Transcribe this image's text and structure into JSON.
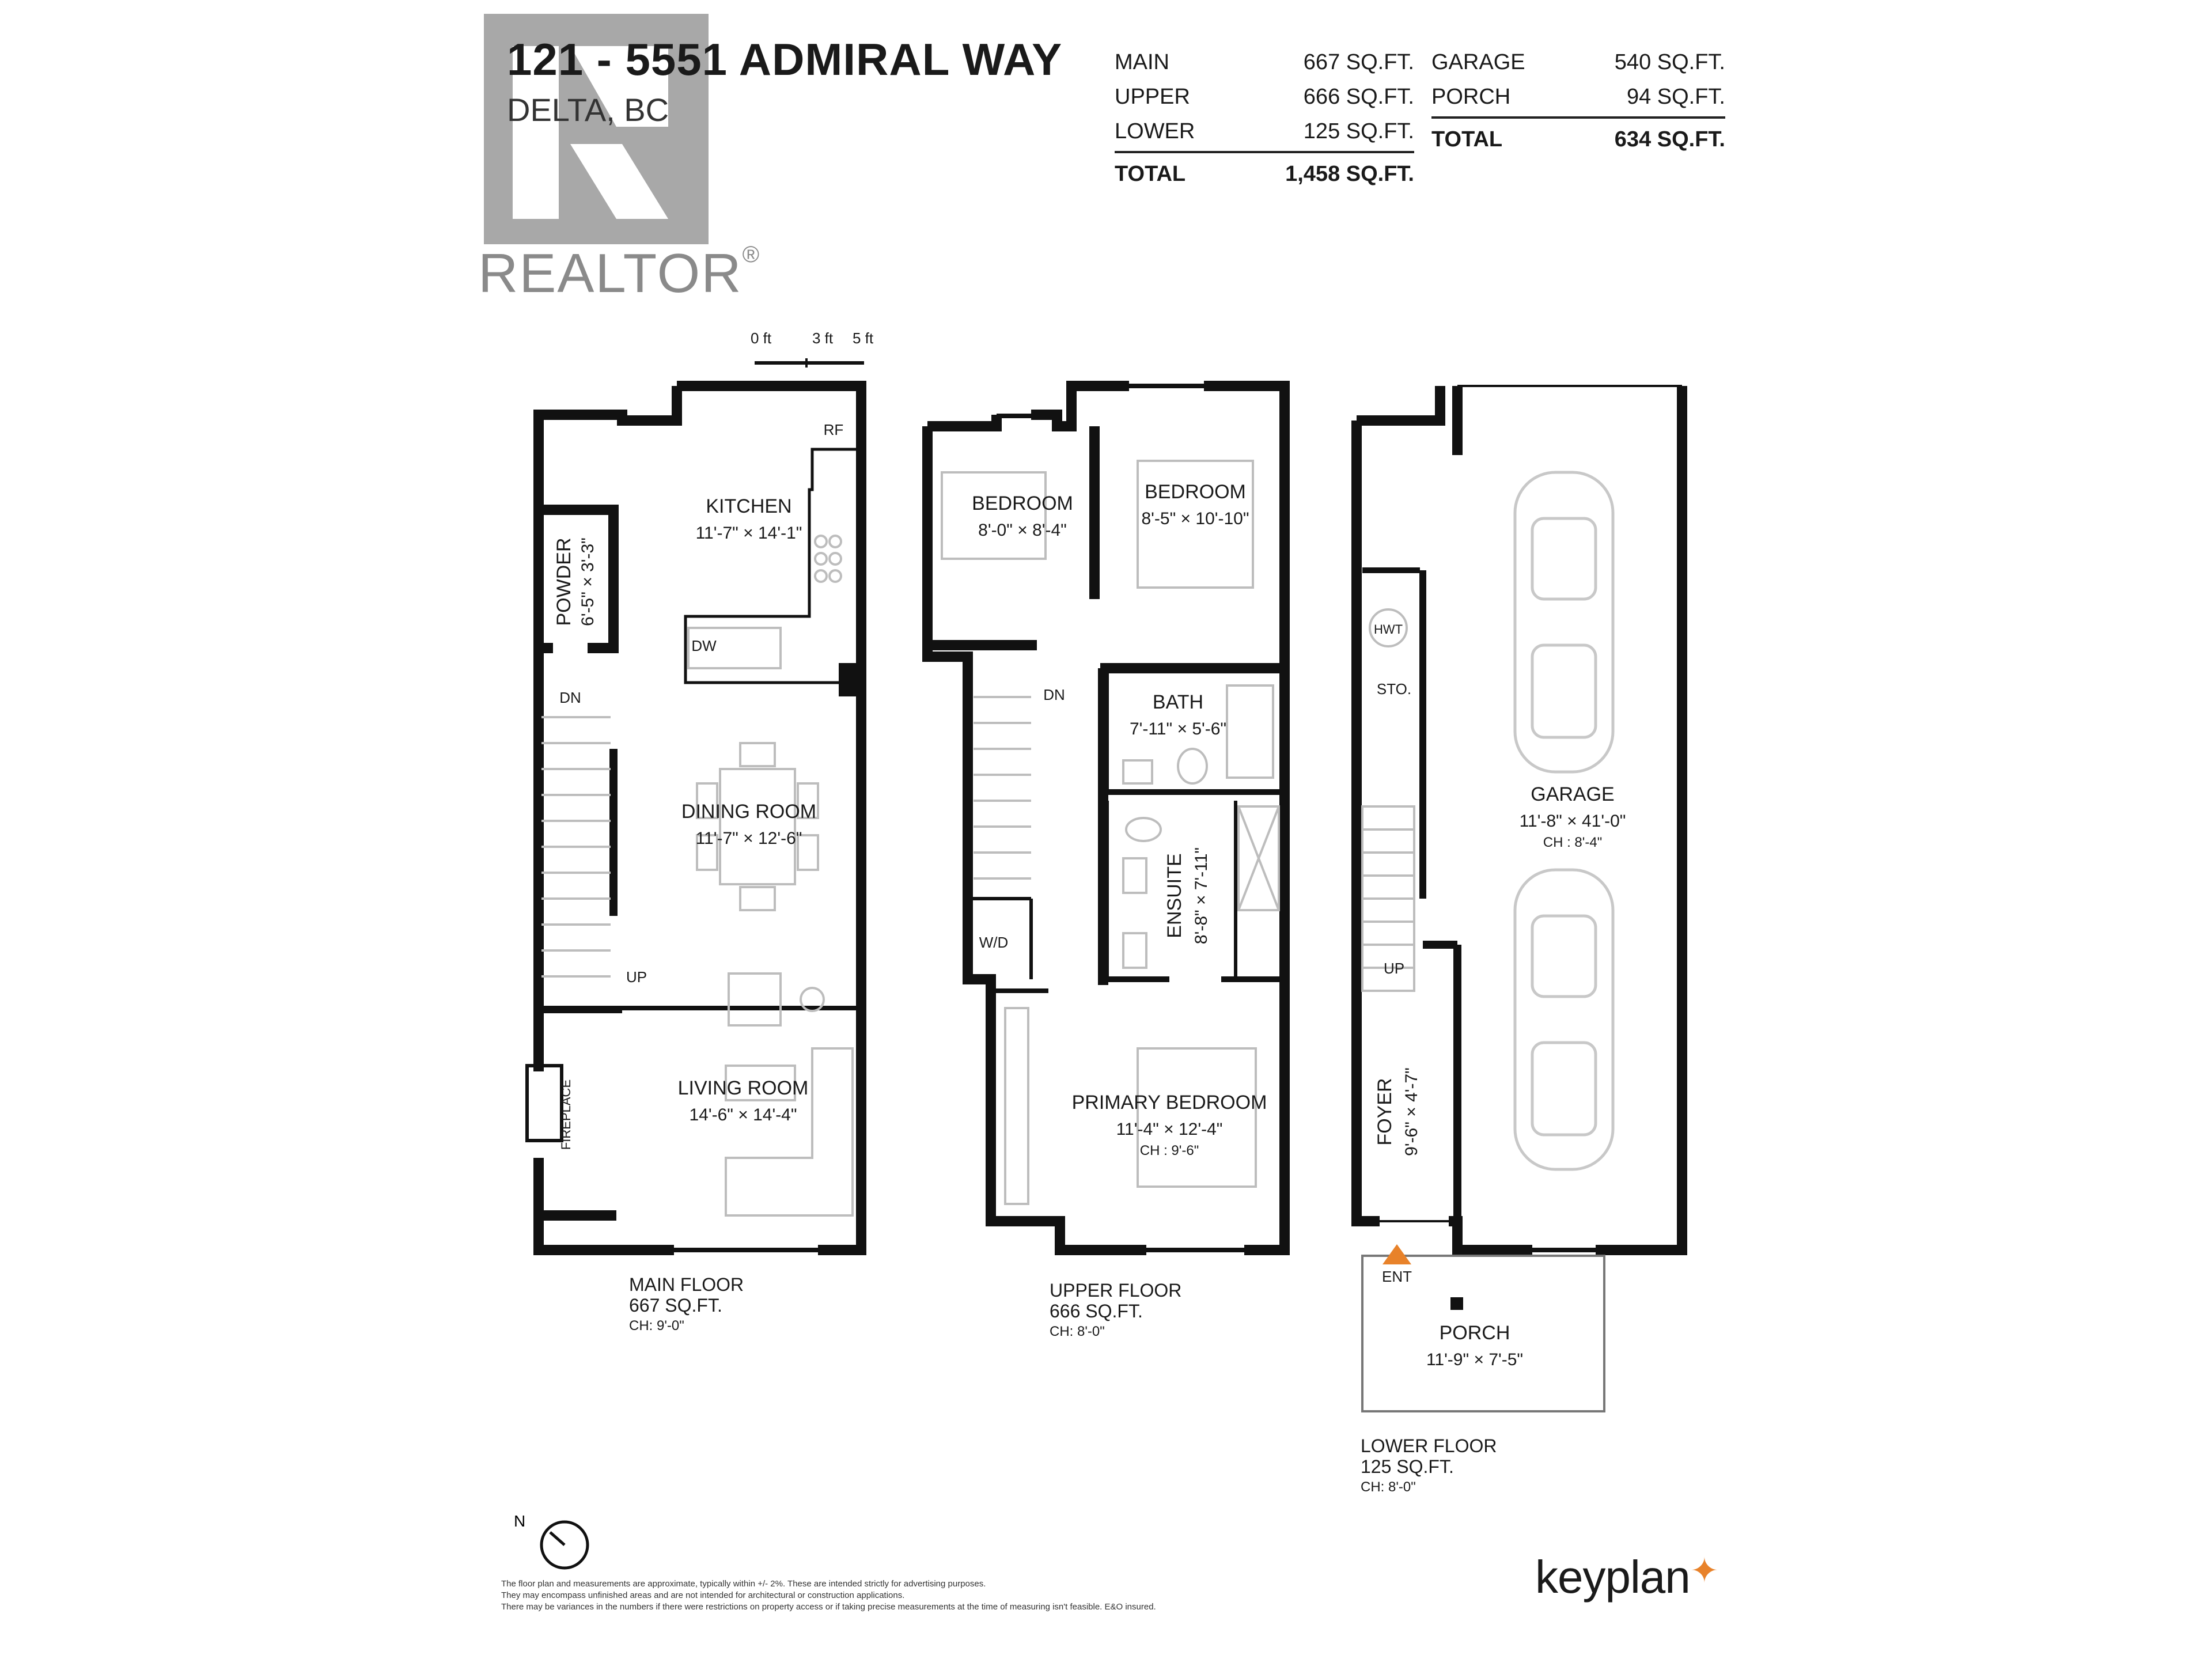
{
  "header": {
    "address": "121 - 5551 ADMIRAL WAY",
    "city": "DELTA, BC"
  },
  "areas_left": [
    {
      "label": "MAIN",
      "value": "667 SQ.FT."
    },
    {
      "label": "UPPER",
      "value": "666 SQ.FT."
    },
    {
      "label": "LOWER",
      "value": "125 SQ.FT."
    }
  ],
  "areas_left_total": {
    "label": "TOTAL",
    "value": "1,458 SQ.FT."
  },
  "areas_right": [
    {
      "label": "GARAGE",
      "value": "540 SQ.FT."
    },
    {
      "label": "PORCH",
      "value": "94 SQ.FT."
    }
  ],
  "areas_right_total": {
    "label": "TOTAL",
    "value": "634 SQ.FT."
  },
  "watermark": {
    "text": "REALTOR",
    "mark": "®"
  },
  "scale": {
    "zero": "0 ft",
    "three": "3 ft",
    "five": "5 ft"
  },
  "main_floor": {
    "rooms": {
      "kitchen": {
        "name": "KITCHEN",
        "dim": "11'-7\" × 14'-1\""
      },
      "powder": {
        "name": "POWDER",
        "dim": "6'-5\" × 3'-3\""
      },
      "dining": {
        "name": "DINING ROOM",
        "dim": "11'-7\" × 12'-6\""
      },
      "living": {
        "name": "LIVING ROOM",
        "dim": "14'-6\" × 14'-4\""
      }
    },
    "labels": {
      "rf": "RF",
      "dw": "DW",
      "dn": "DN",
      "up": "UP",
      "fireplace": "FIREPLACE"
    },
    "caption": {
      "name": "MAIN FLOOR",
      "area": "667 SQ.FT.",
      "ch": "CH: 9'-0\""
    }
  },
  "upper_floor": {
    "rooms": {
      "bedroom1": {
        "name": "BEDROOM",
        "dim": "8'-0\" × 8'-4\""
      },
      "bedroom2": {
        "name": "BEDROOM",
        "dim": "8'-5\" × 10'-10\""
      },
      "bath": {
        "name": "BATH",
        "dim": "7'-11\" × 5'-6\""
      },
      "ensuite": {
        "name": "ENSUITE",
        "dim": "8'-8\" × 7'-11\""
      },
      "primary": {
        "name": "PRIMARY BEDROOM",
        "dim": "11'-4\" × 12'-4\"",
        "ch": "CH : 9'-6\""
      }
    },
    "labels": {
      "dn": "DN",
      "wd": "W/D"
    },
    "caption": {
      "name": "UPPER FLOOR",
      "area": "666 SQ.FT.",
      "ch": "CH: 8'-0\""
    }
  },
  "lower_floor": {
    "rooms": {
      "garage": {
        "name": "GARAGE",
        "dim": "11'-8\" × 41'-0\"",
        "ch": "CH : 8'-4\""
      },
      "foyer": {
        "name": "FOYER",
        "dim": "9'-6\" × 4'-7\""
      },
      "porch": {
        "name": "PORCH",
        "dim": "11'-9\" × 7'-5\""
      }
    },
    "labels": {
      "hwt": "HWT",
      "sto": "STO.",
      "up": "UP",
      "ent": "ENT"
    },
    "caption": {
      "name": "LOWER FLOOR",
      "area": "125 SQ.FT.",
      "ch": "CH: 8'-0\""
    }
  },
  "compass": {
    "label": "N"
  },
  "footnote": [
    "The floor plan and measurements are approximate, typically within +/- 2%. These are intended strictly for advertising purposes.",
    "They may encompass unfinished areas and are not intended for architectural or construction applications.",
    "There may be variances in the numbers if there were restrictions on property access or if taking precise measurements at the time of measuring isn't feasible. E&O insured."
  ],
  "brand": {
    "name": "keyplan"
  },
  "colors": {
    "wall": "#111111",
    "furniture": "#bdbdbd",
    "entry_marker": "#e8822a",
    "watermark": "#8a8a8a"
  }
}
